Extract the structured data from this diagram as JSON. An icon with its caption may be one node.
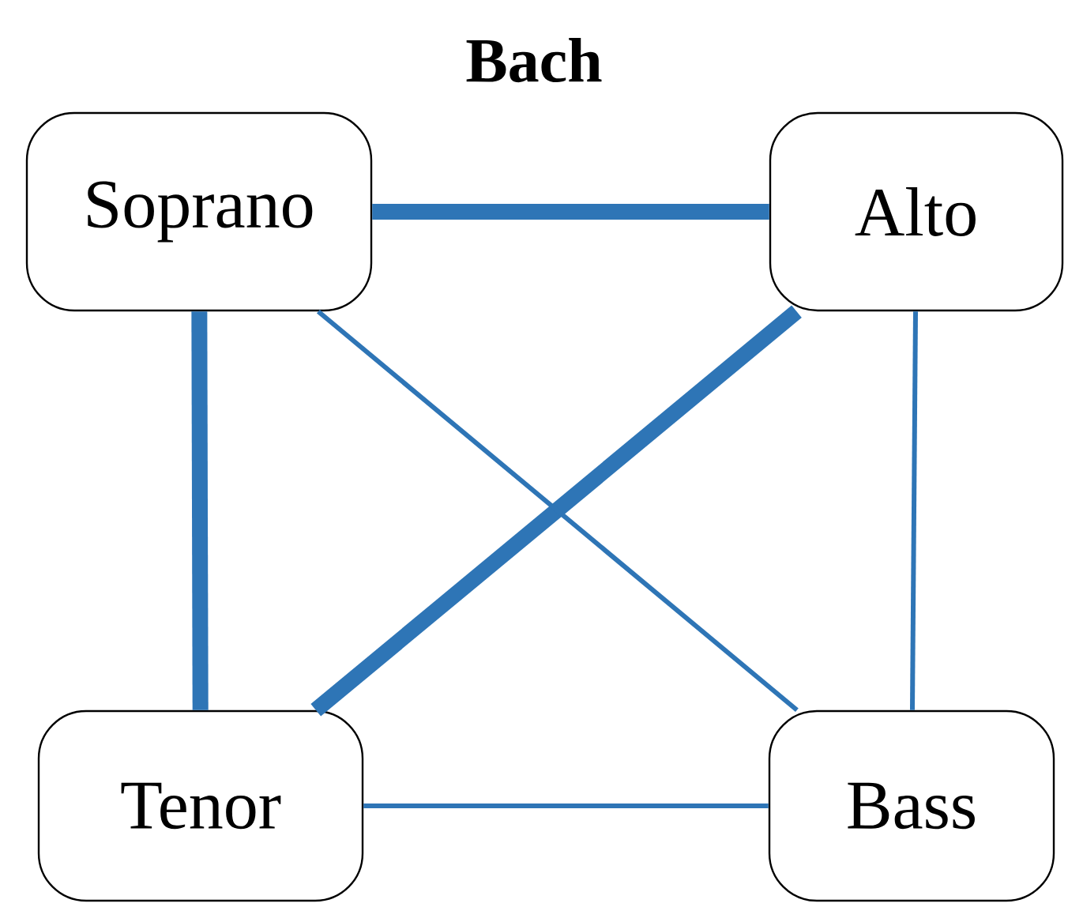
{
  "diagram": {
    "title": "Bach",
    "nodes": [
      {
        "text": [
          "Soprano"
        ]
      },
      {
        "text": [
          "Alto"
        ]
      },
      {
        "text": [
          "Tenor"
        ]
      },
      {
        "text": [
          "Bass"
        ]
      }
    ],
    "edges": [
      {
        "from": 0,
        "to": 1,
        "arrow": "none",
        "style": "thick"
      },
      {
        "from": 0,
        "to": 2,
        "arrow": "none",
        "style": "thick"
      },
      {
        "from": 1,
        "to": 2,
        "arrow": "none",
        "style": "thick"
      },
      {
        "from": 0,
        "to": 3,
        "arrow": "none"
      },
      {
        "from": 1,
        "to": 3,
        "arrow": "none"
      },
      {
        "from": 2,
        "to": 3,
        "arrow": "none"
      }
    ]
  }
}
